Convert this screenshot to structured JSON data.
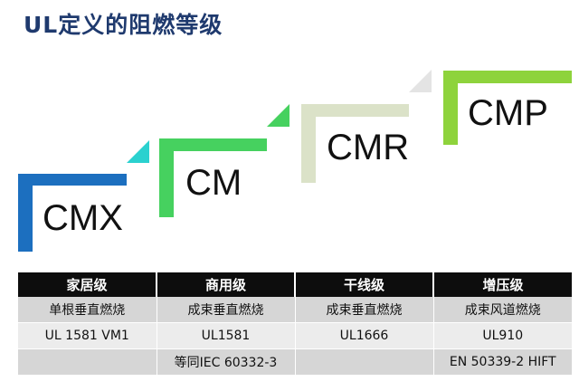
{
  "title": "UL定义的阻燃等级",
  "steps": [
    {
      "label": "CMX",
      "color": "#1c6fbf",
      "tip_color": "#2ad1cf"
    },
    {
      "label": "CM",
      "color": "#46d15f",
      "tip_color": "#46d15f"
    },
    {
      "label": "CMR",
      "color": "#dbe2c8",
      "tip_color": "#c8e89a"
    },
    {
      "label": "CMP",
      "color": "#8ed33c",
      "tip_color": "#e0e0e0"
    }
  ],
  "table": {
    "headers": [
      "家居级",
      "商用级",
      "干线级",
      "增压级"
    ],
    "rows": [
      [
        "单根垂直燃烧",
        "成束垂直燃烧",
        "成束垂直燃烧",
        "成束风道燃烧"
      ],
      [
        "UL 1581 VM1",
        "UL1581",
        "UL1666",
        "UL910"
      ],
      [
        "",
        "等同IEC 60332-3",
        "",
        "EN 50339-2 HIFT"
      ]
    ]
  }
}
